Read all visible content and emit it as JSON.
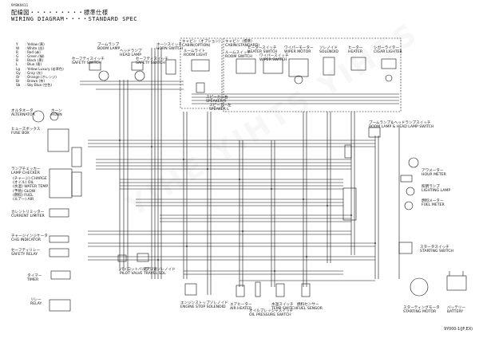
{
  "header": {
    "doc_no": "9Y8K0411",
    "title_jp": "配線図・・・・・・・・・標準仕様",
    "title_en": "WIRING DIAGRAM・・・・STANDARD SPEC"
  },
  "legend": [
    {
      "code": "Y",
      "text": "Yellow (黄)"
    },
    {
      "code": "W",
      "text": "White (白)"
    },
    {
      "code": "R",
      "text": "Red (赤)"
    },
    {
      "code": "G",
      "text": "Green (緑)"
    },
    {
      "code": "B",
      "text": "Black (黒)"
    },
    {
      "code": "L",
      "text": "Blue (青)"
    },
    {
      "code": "Lg",
      "text": "Yellow Luxury (若草色)"
    },
    {
      "code": "Gy",
      "text": "Gray (灰)"
    },
    {
      "code": "Or",
      "text": "Orange (オレンジ)"
    },
    {
      "code": "Br",
      "text": "Brown (茶)"
    },
    {
      "code": "Sb",
      "text": "Sky Blue (空色)"
    }
  ],
  "components": {
    "boom_lamp": {
      "jp": "ブームランプ",
      "en": "BOOM LAMP"
    },
    "head_lamp": {
      "jp": "ヘッドランプ",
      "en": "HEAD LAMP"
    },
    "safety_switch_1": {
      "jp": "セーフティスイッチ",
      "en": "SAFETY SWITCH"
    },
    "safety_switch_2": {
      "jp": "セーフティスイッチ",
      "en": "SAFETY SWITCH"
    },
    "horn_switch": {
      "jp": "ホーンスイッチ",
      "en": "HORN SWITCH"
    },
    "cabin_option": {
      "jp": "キャビン（オプション）",
      "en": "CABIN(OPTION)"
    },
    "cabin_standard": {
      "jp": "キャビン（標準）",
      "en": "CABIN(STANDARD)"
    },
    "room_light": {
      "jp": "ルームライト",
      "en": "ROOM LIGHT"
    },
    "room_switch": {
      "jp": "ルームスイッチ",
      "en": "ROOM SWITCH"
    },
    "heater_switch": {
      "jp": "ヒータースイッチ",
      "en": "HEATER SWITCH"
    },
    "wiper_switch": {
      "jp": "ワイパースイッチ",
      "en": "WIPER SWITCH"
    },
    "wiper_motor": {
      "jp": "ワイパーモーター",
      "en": "WIPER MOTOR"
    },
    "solenoid": {
      "jp": "ソレノイド",
      "en": "SOLENOID"
    },
    "heater": {
      "jp": "ヒーター",
      "en": "HEATER"
    },
    "cigar_lighter": {
      "jp": "シガーライター",
      "en": "CIGAR LIGHTER"
    },
    "speaker_r": {
      "jp": "スピーカー右",
      "en": "SPEAKER R"
    },
    "speaker_l": {
      "jp": "スピーカー左",
      "en": "SPEAKER L"
    },
    "alternator": {
      "jp": "オルタネータ",
      "en": "ALTERNATOR"
    },
    "horn": {
      "jp": "ホーン",
      "en": "HORN"
    },
    "fuse_box": {
      "jp": "ヒューズボックス",
      "en": "FUSE BOX"
    },
    "lamp_checker": {
      "jp": "ランプチェッカー",
      "en": "LAMP CHECKER"
    },
    "current_limiter": {
      "jp": "カレントリミッター",
      "en": "CURRENT LIMITER"
    },
    "chg_indicator": {
      "jp": "チャージインジケータ",
      "en": "CHG INDICATOR"
    },
    "safety_relay": {
      "jp": "セーフティリレー",
      "en": "SAFETY RELAY"
    },
    "timer": {
      "jp": "タイマー",
      "en": "TIMER"
    },
    "relay": {
      "jp": "リレー",
      "en": "RELAY"
    },
    "boom_head_switch": {
      "jp": "ブームランプ＆ヘッドランプスイッチ",
      "en": "BOOM LAMP & HEAD LAMP SWITCH"
    },
    "hour_meter": {
      "jp": "アワメーター",
      "en": "HOUR METER"
    },
    "lighting_lamp": {
      "jp": "照明ランプ",
      "en": "LIGHTING LAMP"
    },
    "fuel_meter": {
      "jp": "燃料メーター",
      "en": "FUEL METER"
    },
    "starting_switch": {
      "jp": "スタータスイッチ",
      "en": "STARTING SWITCH"
    },
    "starting_motor": {
      "jp": "スターティングモータ",
      "en": "STARTING MOTOR"
    },
    "battery": {
      "jp": "バッテリー",
      "en": "BATTERY"
    },
    "engine_stop": {
      "jp": "エンジンストップソレノイド",
      "en": "ENGINE STOP SOLENOID"
    },
    "air_heater": {
      "jp": "エアヒーター",
      "en": "AIR HEATER"
    },
    "oil_pressure": {
      "jp": "オイルプレッシャスイッチ",
      "en": "OIL PRESSURE SWITCH"
    },
    "temp_switch": {
      "jp": "水温スイッチ",
      "en": "TEMP SWITCH"
    },
    "fuel_sensor": {
      "jp": "燃料センサー",
      "en": "FUEL SENSOR"
    },
    "pilot_valve": {
      "jp": "パイロットバルブ",
      "en": "PILOT VALVE"
    },
    "travel_sol": {
      "jp": "走行2速ソレノイド",
      "en": "TRAVEL SOL"
    }
  },
  "lamp_checker_lines": [
    "(チャージ) CHARGE",
    "(オイル) OIL",
    "(水温) WATER TEMP",
    "(予熱) GLOW",
    "(燃料) FUEL",
    "(エアー) AIR"
  ],
  "footer": "9Y000-1(JP,EX)",
  "watermark": "YIHE  YIHTS  YIHTS"
}
